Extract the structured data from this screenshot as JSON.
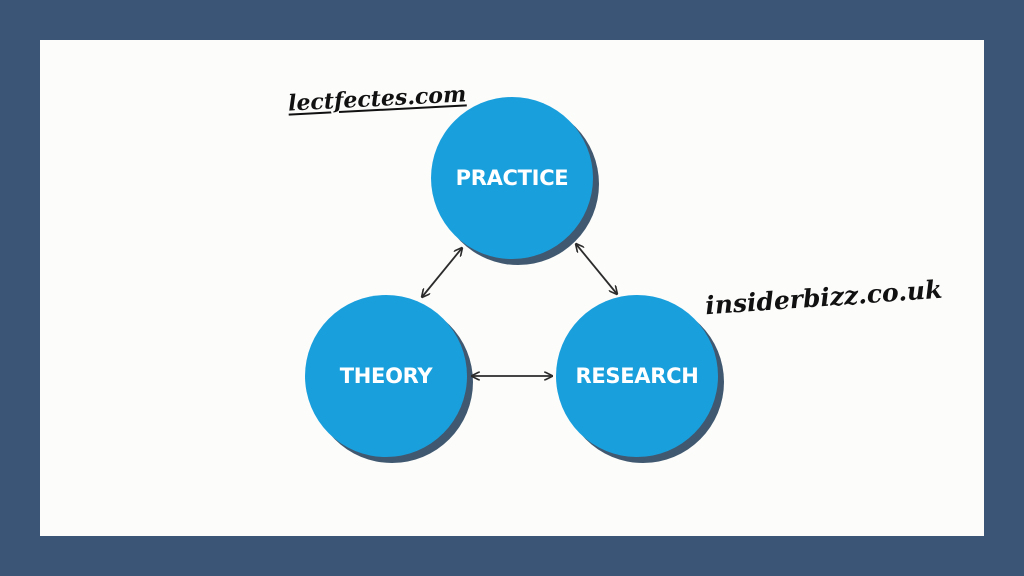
{
  "nodes": {
    "practice": "PRACTICE",
    "theory": "THEORY",
    "research": "RESEARCH"
  },
  "watermarks": {
    "top": "lectfectes.com",
    "right": "insiderbizz.co.uk"
  },
  "colors": {
    "background_border": "#3b5576",
    "canvas": "#fcfcfb",
    "circle": "#1a9fdd",
    "arrow": "#2b2b2b"
  },
  "edges": [
    {
      "from": "practice",
      "to": "theory",
      "direction": "both"
    },
    {
      "from": "practice",
      "to": "research",
      "direction": "both"
    },
    {
      "from": "theory",
      "to": "research",
      "direction": "both"
    }
  ]
}
